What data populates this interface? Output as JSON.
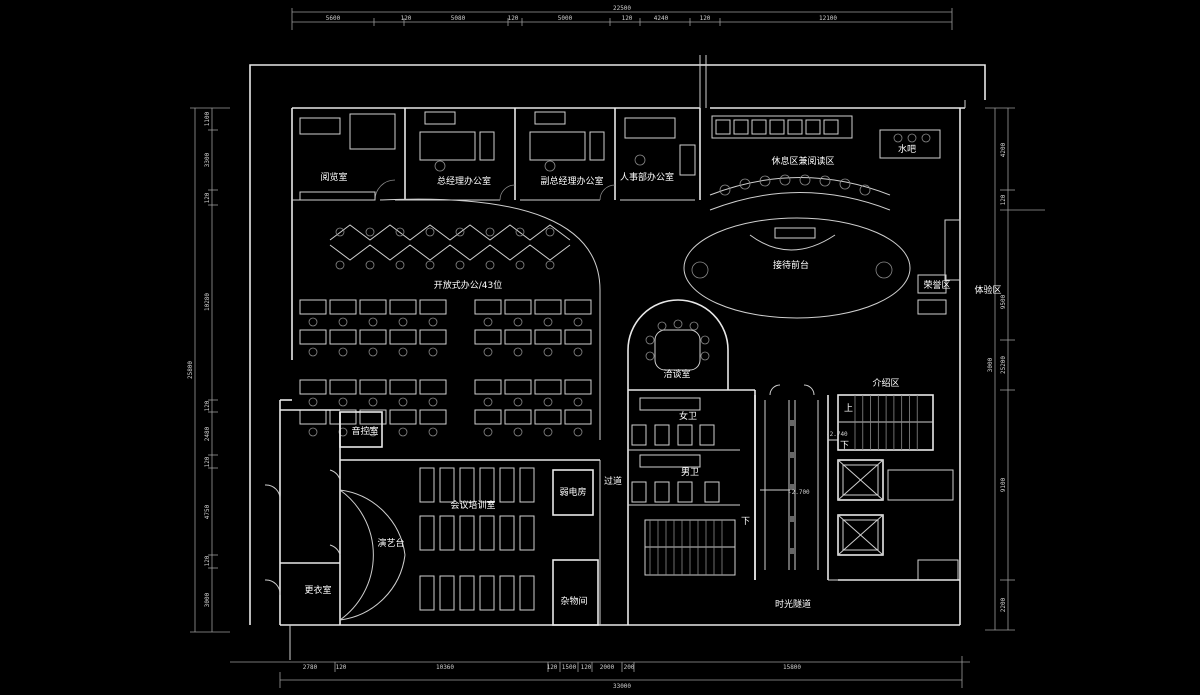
{
  "dimensions": {
    "top_total": "22500",
    "top": [
      "5600",
      "120",
      "5080",
      "120",
      "5000",
      "120",
      "4240",
      "120",
      "12100"
    ],
    "bottom_total": "33000",
    "bottom": [
      "2780",
      "120",
      "10360",
      "120",
      "1500",
      "120",
      "2000",
      "200",
      "15800"
    ],
    "left_total": "25800",
    "left": [
      "1100",
      "3300",
      "120",
      "10280",
      "120",
      "2480",
      "120",
      "4750",
      "120",
      "3000"
    ],
    "right": [
      "4200",
      "120",
      "9500",
      "3000",
      "25200",
      "9100",
      "2200"
    ],
    "levels": [
      "-2.740",
      "-2.700"
    ]
  },
  "rooms": {
    "reading": "阅览室",
    "gm_office": "总经理办公室",
    "deputy_gm_office": "副总经理办公室",
    "hr_office": "人事部办公室",
    "lounge": "休息区兼阅读区",
    "water_bar": "水吧",
    "reception": "接待前台",
    "honor": "荣誉区",
    "experience": "体验区",
    "open_office": "开放式办公/43位",
    "negotiation": "洽谈室",
    "female_wc": "女卫",
    "male_wc": "男卫",
    "intro": "介绍区",
    "sound_control": "音控室",
    "corridor": "过道",
    "weak_current": "弱电房",
    "training": "会议培训室",
    "stage": "演艺台",
    "changing": "更衣室",
    "storage": "杂物间",
    "time_tunnel": "时光隧道"
  },
  "stairs": {
    "up": "上",
    "down": "下"
  }
}
